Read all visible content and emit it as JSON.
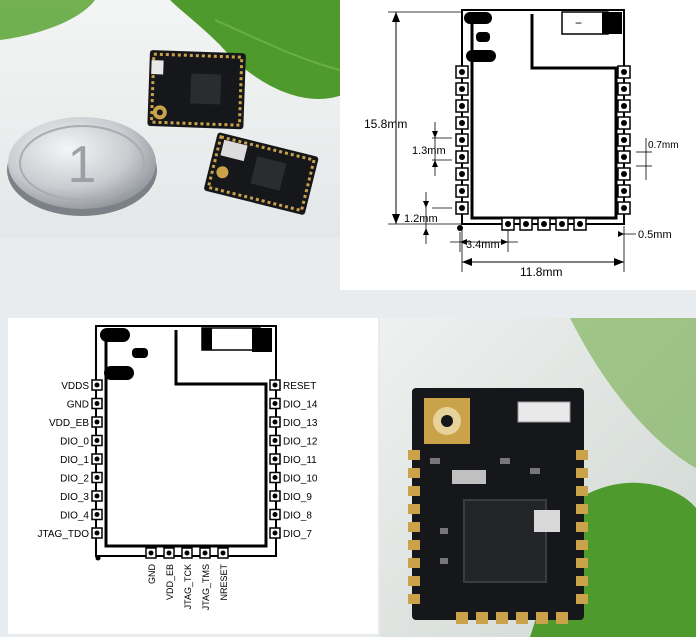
{
  "coin": {
    "denomination": "1"
  },
  "dimensions": {
    "height": "15.8mm",
    "pitch": "1.3mm",
    "pad_width": "0.7mm",
    "edge_offset": "1.2mm",
    "bottom_offset": "3.4mm",
    "width": "11.8mm",
    "edge_right": "0.5mm",
    "shield_mark": "−"
  },
  "pinout": {
    "left_pins": [
      "VDDS",
      "GND",
      "VDD_EB",
      "DIO_0",
      "DIO_1",
      "DIO_2",
      "DIO_3",
      "DIO_4",
      "JTAG_TDO"
    ],
    "right_pins": [
      "RESET",
      "DIO_14",
      "DIO_13",
      "DIO_12",
      "DIO_11",
      "DIO_10",
      "DIO_9",
      "DIO_8",
      "DIO_7"
    ],
    "bottom_pins": [
      "GND",
      "VDD_EB",
      "JTAG_TCK",
      "JTAG_TMS",
      "NRESET"
    ]
  },
  "colors": {
    "pcb": "#15171a",
    "gold": "#c9a24a",
    "leaf": "#4f9a2c"
  }
}
